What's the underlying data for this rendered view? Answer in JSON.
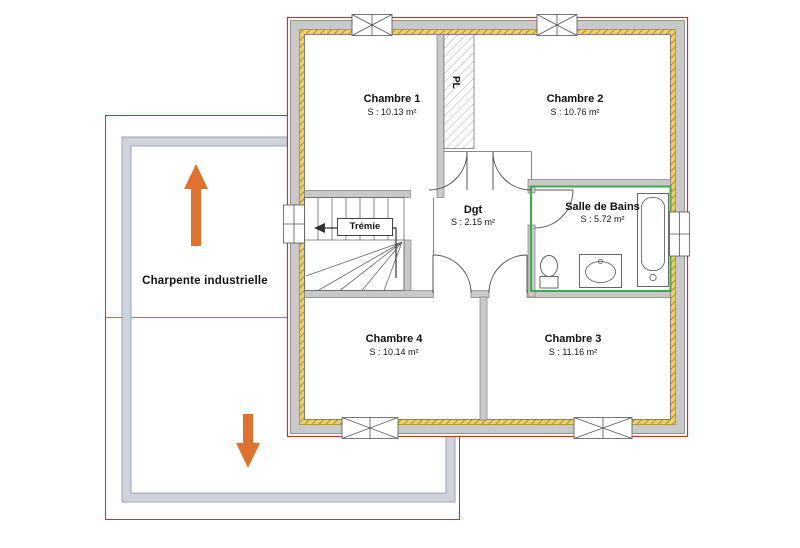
{
  "plan": {
    "rooms": {
      "chambre1": {
        "name": "Chambre 1",
        "area": "S : 10.13 m²"
      },
      "chambre2": {
        "name": "Chambre 2",
        "area": "S : 10.76 m²"
      },
      "chambre3": {
        "name": "Chambre 3",
        "area": "S : 11.16 m²"
      },
      "chambre4": {
        "name": "Chambre 4",
        "area": "S : 10.14 m²"
      },
      "dgt": {
        "name": "Dgt",
        "area": "S : 2.15 m²"
      },
      "salle_de_bains": {
        "name": "Salle de Bains",
        "area": "S : 5.72 m²"
      },
      "placard": {
        "name": "PL"
      },
      "tremie": {
        "name": "Trémie"
      }
    },
    "annotations": {
      "charpente": "Charpente industrielle"
    },
    "colors": {
      "exterior_outline": "#b23b2b",
      "wall_fill": "#c9c9c9",
      "insulation": "#ecd06b",
      "bathroom_outline": "#3faa4b",
      "direction_arrows": "#e0722f",
      "frame_band": "#cdd2db"
    }
  }
}
